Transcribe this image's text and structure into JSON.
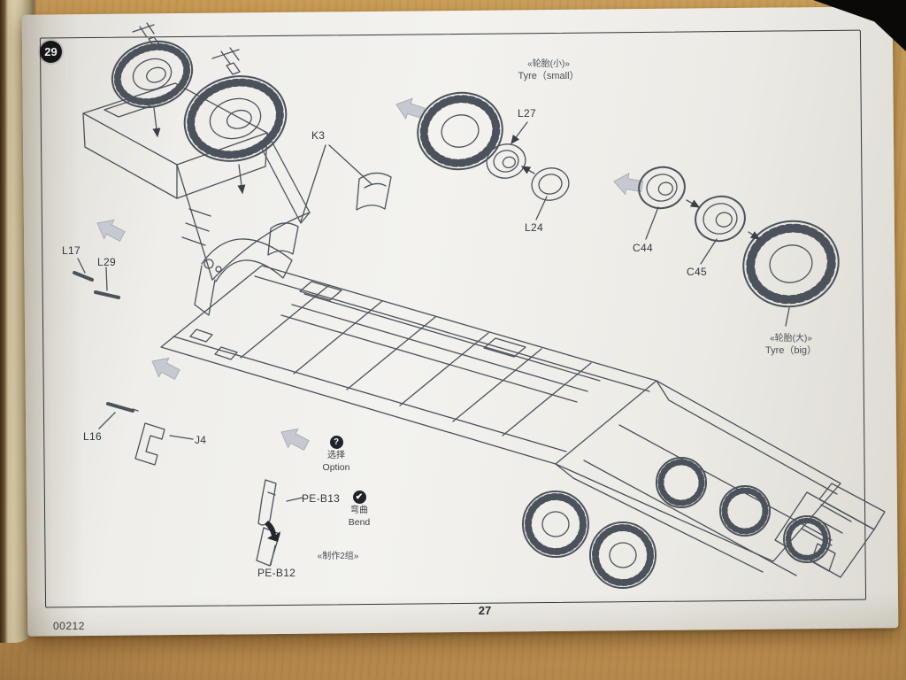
{
  "page": {
    "step_number": "29",
    "page_number": "27",
    "kit_code": "00212"
  },
  "part_labels": {
    "k3": "K3",
    "l17": "L17",
    "l29": "L29",
    "l16": "L16",
    "j4": "J4",
    "l27": "L27",
    "l24": "L24",
    "c44": "C44",
    "c45": "C45",
    "pe_b13": "PE-B13",
    "pe_b12": "PE-B12"
  },
  "annotations": {
    "tyre_small_cn": "«轮胎(小)»",
    "tyre_small_en": "Tyre（small）",
    "tyre_big_cn": "«轮胎(大)»",
    "tyre_big_en": "Tyre（big）",
    "option_symbol": "?",
    "option_cn": "选择",
    "option_en": "Option",
    "bend_symbol": "✔",
    "bend_cn": "弯曲",
    "bend_en": "Bend",
    "make_two_sets": "«制作2组»"
  },
  "colors": {
    "ink": "#4c525b",
    "paper": "#f0efeb",
    "wood": "#c89b55",
    "badge": "#141517"
  }
}
